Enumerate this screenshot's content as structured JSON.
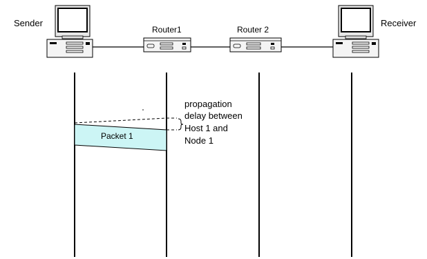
{
  "nodes": {
    "sender": {
      "label": "Sender"
    },
    "router1": {
      "label": "Router1"
    },
    "router2": {
      "label": "Router 2"
    },
    "receiver": {
      "label": "Receiver"
    }
  },
  "packet": {
    "label": "Packet 1"
  },
  "annotation": {
    "lines": [
      "propagation",
      "delay between",
      "Host 1 and",
      "Node 1"
    ]
  },
  "colors": {
    "packet_fill": "#ccf5f5",
    "stroke": "#000000"
  }
}
